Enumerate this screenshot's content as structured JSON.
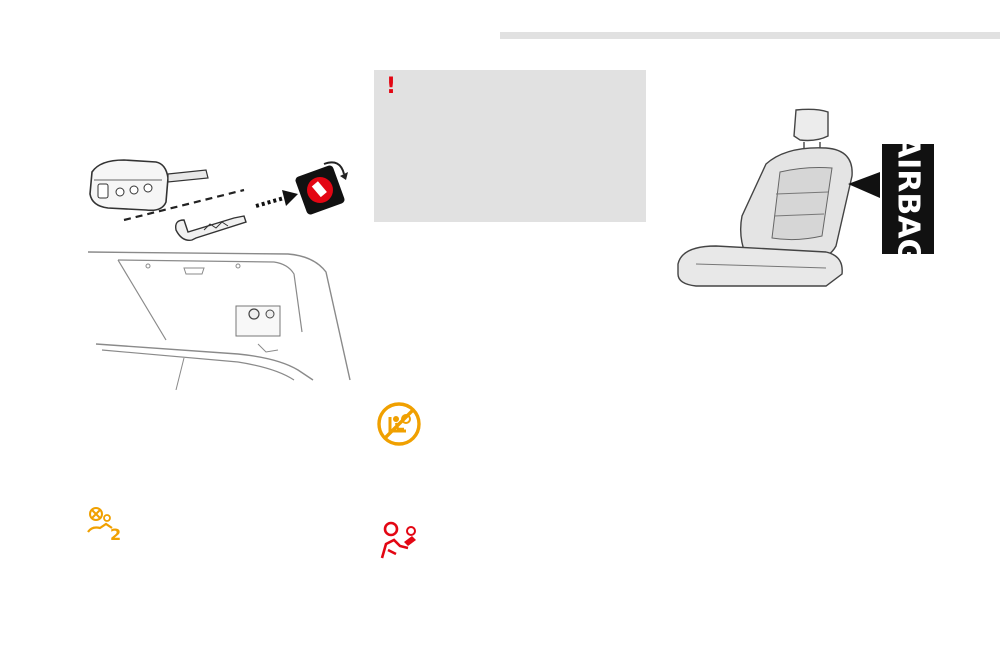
{
  "warning": {
    "mark": "!"
  },
  "seat_label": {
    "text": "AIRBAG"
  },
  "seat_icon": {
    "badge": "2"
  },
  "colors": {
    "warning_red": "#e30613",
    "indicator_orange": "#f0a000",
    "panel_grey": "#e1e1e1",
    "line_grey": "#8a8a8a",
    "label_black": "#111111"
  },
  "icons": {
    "key_switch": "airbag-deactivation-key-switch",
    "seat_indicator": "passenger-airbag-off-indicator",
    "child_seat_indicator": "child-seat-airbag-off-indicator",
    "airbag_indicator": "airbag-warning-indicator"
  }
}
